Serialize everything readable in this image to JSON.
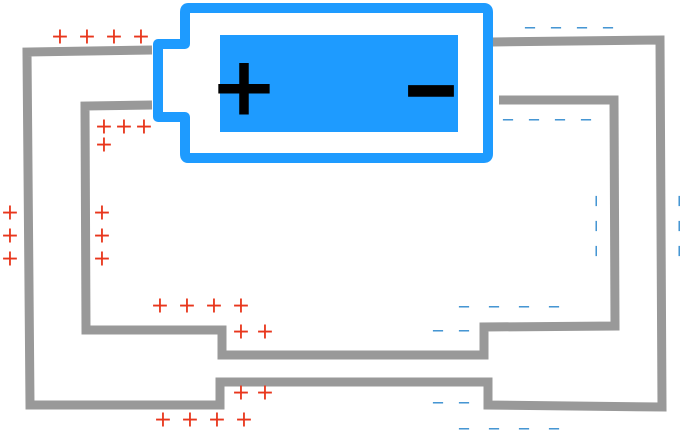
{
  "diagram": {
    "title": "Battery circuit with surface charge distribution",
    "colors": {
      "battery": "#1e9bff",
      "wire": "#999999",
      "positive": "#e8361c",
      "negative": "#3a8fd0",
      "terminal": "#000000"
    },
    "battery": {
      "positive_terminal": "+",
      "negative_terminal": "-"
    },
    "charge_groups": [
      {
        "id": "top-left-outer",
        "sign": "+",
        "count": 4
      },
      {
        "id": "top-left-inner",
        "sign": "+",
        "count": 4
      },
      {
        "id": "left-outer",
        "sign": "+",
        "count": 3
      },
      {
        "id": "left-inner",
        "sign": "+",
        "count": 3
      },
      {
        "id": "bottom-inner-upper",
        "sign": "+",
        "count": 4
      },
      {
        "id": "bottom-inner-step",
        "sign": "+",
        "count": 2
      },
      {
        "id": "bottom-outer-step",
        "sign": "+",
        "count": 2
      },
      {
        "id": "bottom-outer-lower",
        "sign": "+",
        "count": 4
      },
      {
        "id": "top-right-outer",
        "sign": "-",
        "count": 4
      },
      {
        "id": "top-right-inner",
        "sign": "-",
        "count": 4
      },
      {
        "id": "right-inner",
        "sign": "-",
        "count": 3
      },
      {
        "id": "right-outer",
        "sign": "-",
        "count": 3
      },
      {
        "id": "bottom-right-inner-upper",
        "sign": "-",
        "count": 4
      },
      {
        "id": "bottom-right-inner-step",
        "sign": "-",
        "count": 2
      },
      {
        "id": "bottom-right-outer-step",
        "sign": "-",
        "count": 2
      },
      {
        "id": "bottom-right-outer-lower",
        "sign": "-",
        "count": 4
      }
    ]
  }
}
